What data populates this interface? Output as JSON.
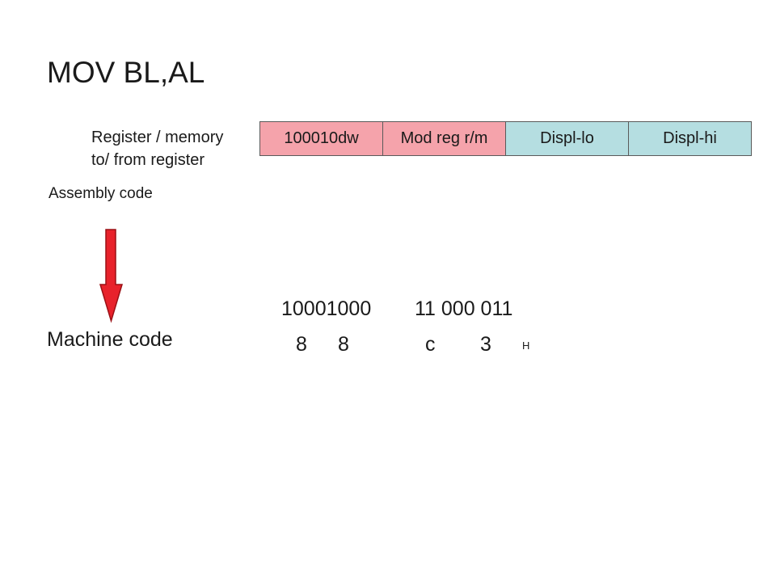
{
  "slide": {
    "title": "MOV BL,AL",
    "instruction_format": {
      "label_lines": [
        "Register / memory",
        "to/ from register"
      ],
      "fields": [
        {
          "label": "100010dw",
          "color": "#F5A3AB"
        },
        {
          "label": "Mod reg r/m",
          "color": "#F5A3AB"
        },
        {
          "label": "Displ-lo",
          "color": "#B5DEE1"
        },
        {
          "label": "Displ-hi",
          "color": "#B5DEE1"
        }
      ]
    },
    "assembly_label": "Assembly code",
    "machine_label": "Machine code",
    "binary": [
      "10001000",
      "11 000 011"
    ],
    "hex_digits": [
      "8",
      "8",
      "c",
      "3"
    ],
    "hex_suffix": "H",
    "arrow": {
      "icon": "down-arrow-icon",
      "fill": "#E8222B",
      "stroke": "#9A1015"
    }
  }
}
